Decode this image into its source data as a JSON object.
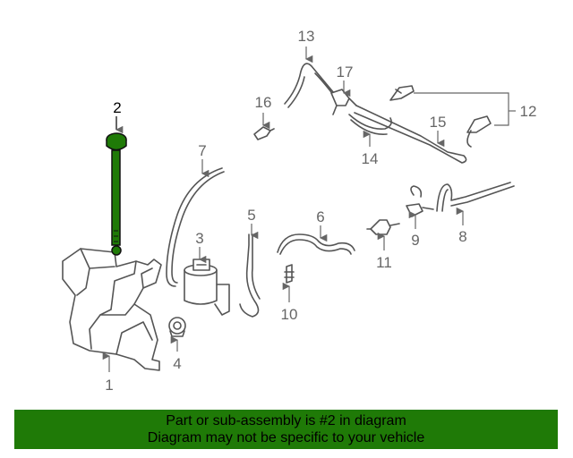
{
  "callouts": {
    "c1": "1",
    "c2": "2",
    "c3": "3",
    "c4": "4",
    "c5": "5",
    "c6": "6",
    "c7": "7",
    "c8": "8",
    "c9": "9",
    "c10": "10",
    "c11": "11",
    "c12": "12",
    "c13": "13",
    "c14": "14",
    "c15": "15",
    "c16": "16",
    "c17": "17"
  },
  "highlighted_part": "2",
  "colors": {
    "highlight_part": "#1f7a07",
    "banner_bg": "#1f7a07",
    "line": "#555555",
    "callout": "#666666"
  },
  "banner": {
    "line1": "Part or sub-assembly is #2 in diagram",
    "line2": "Diagram may not be specific to your vehicle"
  }
}
